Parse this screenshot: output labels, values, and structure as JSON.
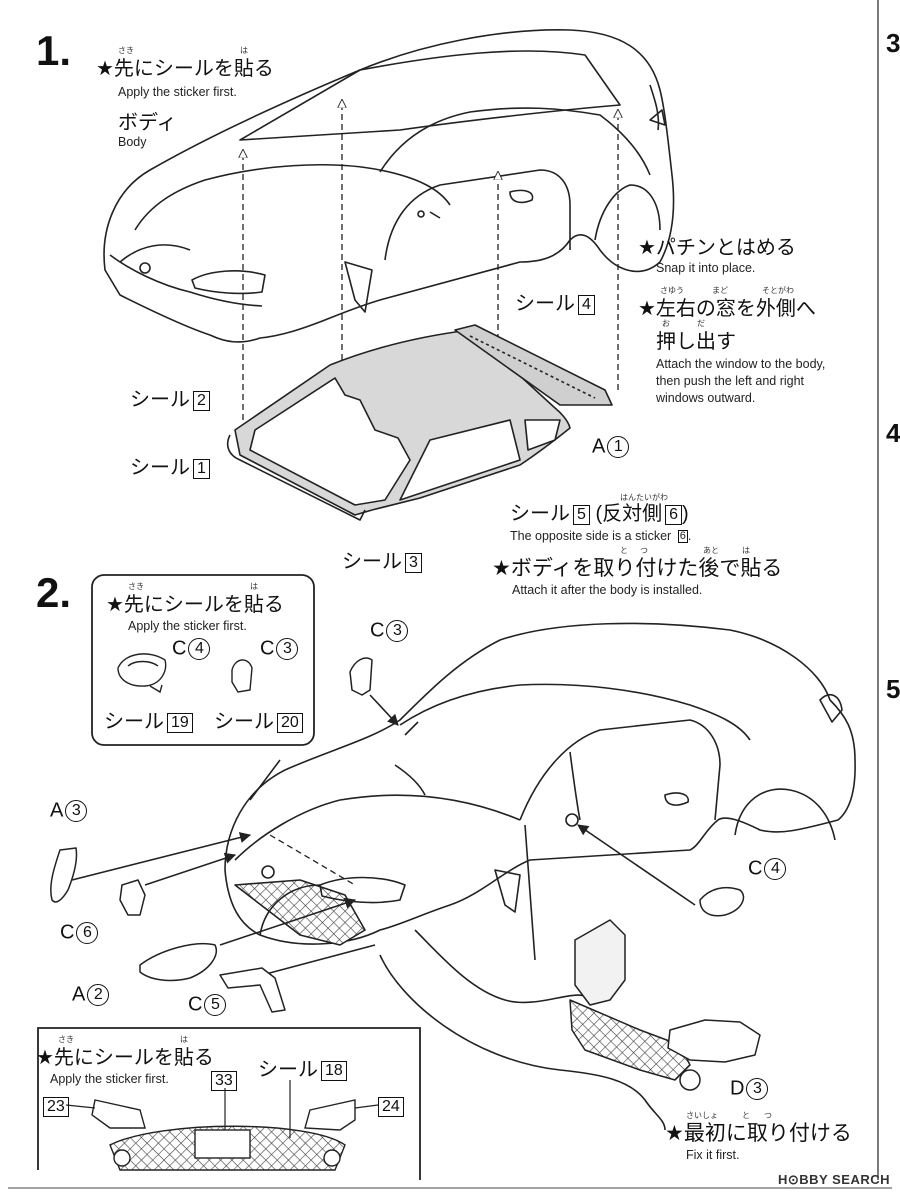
{
  "step1": {
    "number": "1.",
    "note1": {
      "ruby1": "さき",
      "ruby2": "は",
      "jp": "★先にシールを貼る",
      "en": "Apply the sticker first."
    },
    "body_jp": "ボディ",
    "body_en": "Body",
    "snap": {
      "jp": "★パチンとはめる",
      "en": "Snap it into place."
    },
    "push": {
      "ruby1": "さゆう",
      "ruby2": "まど",
      "ruby3": "そとがわ",
      "jp1": "★左右の窓を外側へ",
      "ruby4": "お",
      "ruby5": "だ",
      "jp2": "押し出す",
      "en1": "Attach the window to the body,",
      "en2": "then push the left and right",
      "en3": "windows outward."
    },
    "labels": {
      "seal": "シール",
      "s1": "1",
      "s2": "2",
      "s3": "3",
      "s4": "4",
      "s5": "5",
      "s6": "6",
      "a1_letter": "A",
      "a1_num": "1",
      "opposite_jp": "反対側",
      "opposite_ruby": "はんたいがわ"
    },
    "opposite_en": "The opposite side is a sticker",
    "opposite_num": "6",
    "attach": {
      "ruby1": "と",
      "ruby2": "つ",
      "ruby3": "あと",
      "ruby4": "は",
      "jp": "★ボディを取り付けた後で貼る",
      "en": "Attach it after the body is installed."
    }
  },
  "step2": {
    "number": "2.",
    "box1": {
      "ruby1": "さき",
      "ruby2": "は",
      "jp": "★先にシールを貼る",
      "en": "Apply the sticker first.",
      "c4": "C",
      "c4n": "4",
      "c3": "C",
      "c3n": "3",
      "seal": "シール",
      "s19": "19",
      "s20": "20"
    },
    "parts": {
      "c3": "C",
      "c3n": "3",
      "a3": "A",
      "a3n": "3",
      "c6": "C",
      "c6n": "6",
      "a2": "A",
      "a2n": "2",
      "c5": "C",
      "c5n": "5",
      "c4": "C",
      "c4n": "4",
      "d3": "D",
      "d3n": "3"
    },
    "box2": {
      "ruby1": "さき",
      "ruby2": "は",
      "jp": "★先にシールを貼る",
      "en": "Apply the sticker first.",
      "s33": "33",
      "seal": "シール",
      "s18": "18",
      "s23": "23",
      "s24": "24"
    },
    "fix": {
      "ruby1": "さいしょ",
      "ruby2": "と",
      "ruby3": "つ",
      "jp": "★最初に取り付ける",
      "en": "Fix it first."
    }
  },
  "right_edge": {
    "a": "3",
    "b": "4",
    "c": "5"
  },
  "watermark": "H⊙BBY SEARCH",
  "colors": {
    "ink": "#1a1a1a",
    "window_fill": "#d0d0d0",
    "paper": "#ffffff"
  }
}
